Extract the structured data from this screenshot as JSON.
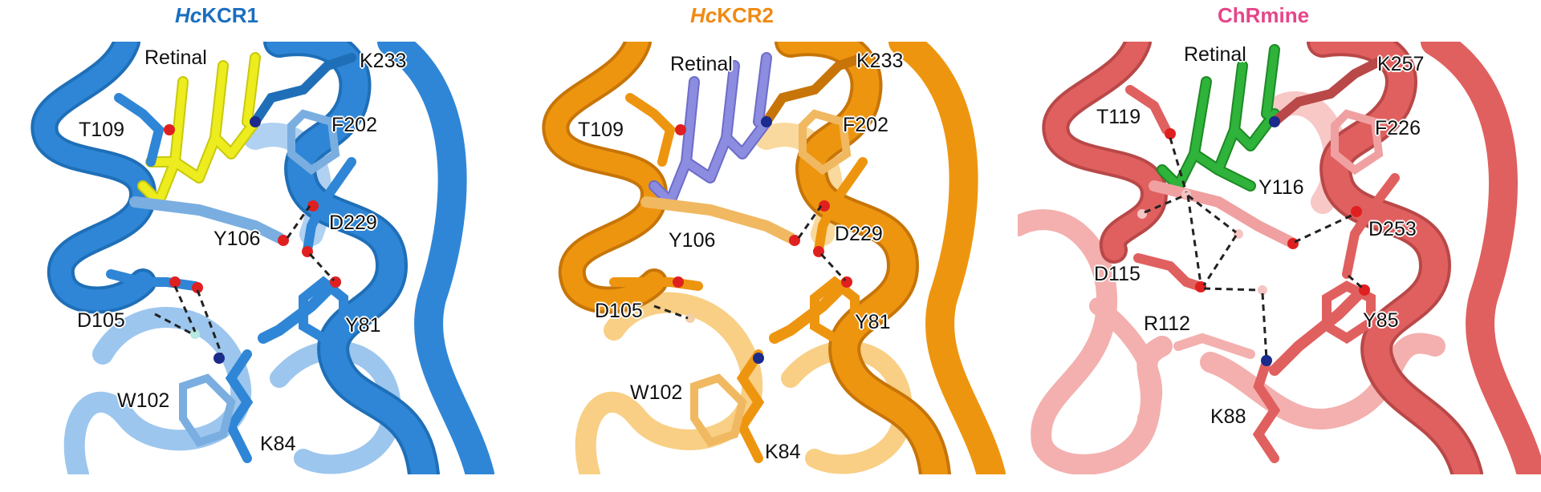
{
  "panels": [
    {
      "title_italic": "Hc",
      "title_rest": "KCR1",
      "title_color": "#1a6fc0",
      "helix_color": "#2f86d6",
      "helix_light": "#9cc6ee",
      "retinal_color": "#ecec1e",
      "labels": {
        "retinal": "Retinal",
        "k": "K233",
        "t": "T109",
        "f": "F202",
        "d229": "D229",
        "y106": "Y106",
        "d105": "D105",
        "y81": "Y81",
        "w102": "W102",
        "k84": "K84"
      }
    },
    {
      "title_italic": "Hc",
      "title_rest": "KCR2",
      "title_color": "#f08a12",
      "helix_color": "#ee9510",
      "helix_light": "#f8cf84",
      "retinal_color": "#8c8ce0",
      "labels": {
        "retinal": "Retinal",
        "k": "K233",
        "t": "T109",
        "f": "F202",
        "d229": "D229",
        "y106": "Y106",
        "d105": "D105",
        "y81": "Y81",
        "w102": "W102",
        "k84": "K84"
      }
    },
    {
      "title_text": "ChRmine",
      "title_color": "#e6458a",
      "helix_color": "#e0605f",
      "helix_light": "#f3b0ae",
      "retinal_color": "#2fb33a",
      "labels": {
        "retinal": "Retinal",
        "k": "K257",
        "t": "T119",
        "f": "F226",
        "y116": "Y116",
        "d253": "D253",
        "d115": "D115",
        "r112": "R112",
        "y85": "Y85",
        "k88": "K88"
      }
    }
  ]
}
